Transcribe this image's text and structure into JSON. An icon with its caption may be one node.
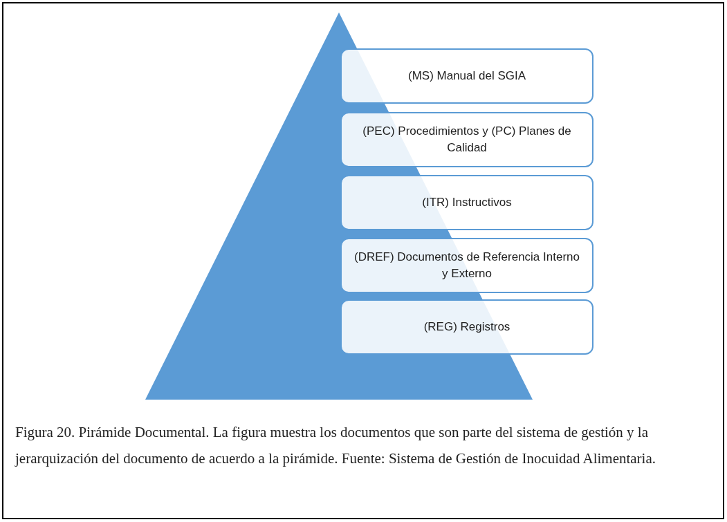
{
  "diagram": {
    "nodes": [
      {
        "text": [
          "(MS) Manual del SGIA"
        ]
      },
      {
        "text": [
          "(PEC) Procedimientos y (PC) Planes de Calidad"
        ]
      },
      {
        "text": [
          "(ITR) Instructivos"
        ]
      },
      {
        "text": [
          "(DREF) Documentos de Referencia Interno y Externo"
        ]
      },
      {
        "text": [
          "(REG) Registros"
        ]
      }
    ],
    "caption": "Figura 20. Pirámide Documental.  La figura muestra los documentos que son parte del sistema de gestión y la jerarquización del documento de acuerdo a la pirámide. Fuente: Sistema de Gestión de Inocuidad Alimentaria."
  }
}
